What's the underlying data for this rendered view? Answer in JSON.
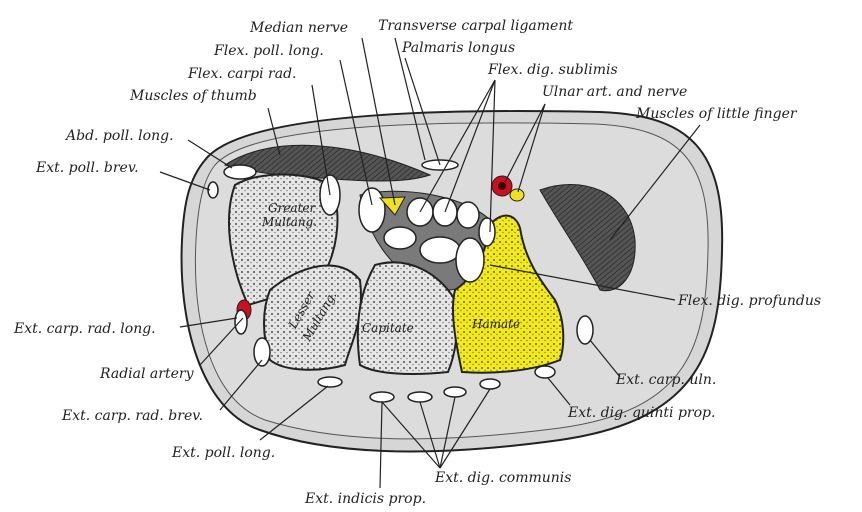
{
  "labels": {
    "median_nerve": "Median nerve",
    "transverse_carpal_ligament": "Transverse carpal ligament",
    "flex_poll_long": "Flex. poll. long.",
    "palmaris_longus": "Palmaris longus",
    "flex_carpi_rad": "Flex. carpi rad.",
    "flex_dig_sublimis": "Flex. dig. sublimis",
    "muscles_of_thumb": "Muscles of thumb",
    "ulnar_art_nerve": "Ulnar art. and nerve",
    "muscles_little_finger": "Muscles of little finger",
    "abd_poll_long": "Abd. poll. long.",
    "ext_poll_brev": "Ext. poll. brev.",
    "flex_dig_profundus": "Flex. dig. profundus",
    "ext_carp_rad_long": "Ext. carp. rad. long.",
    "radial_artery": "Radial artery",
    "ext_carp_uln": "Ext. carp. uln.",
    "ext_carp_rad_brev": "Ext. carp. rad. brev.",
    "ext_dig_quinti_prop": "Ext. dig. quinti prop.",
    "ext_poll_long": "Ext. poll. long.",
    "ext_dig_communis": "Ext. dig. communis",
    "ext_indicis_prop": "Ext. indicis prop."
  },
  "bones": {
    "greater_multang_1": "Greater",
    "greater_multang_2": "Multang.",
    "lesser_multang_1": "Lesser",
    "lesser_multang_2": "Multang.",
    "capitate": "Capitate",
    "hamate": "Hamate"
  },
  "colors": {
    "hamate": "#f2ea1a",
    "nerve": "#f0e020",
    "artery": "#cc1020",
    "muscle": "#555555",
    "tissue": "#d8d8d8",
    "bone": "#c8c8c8"
  }
}
